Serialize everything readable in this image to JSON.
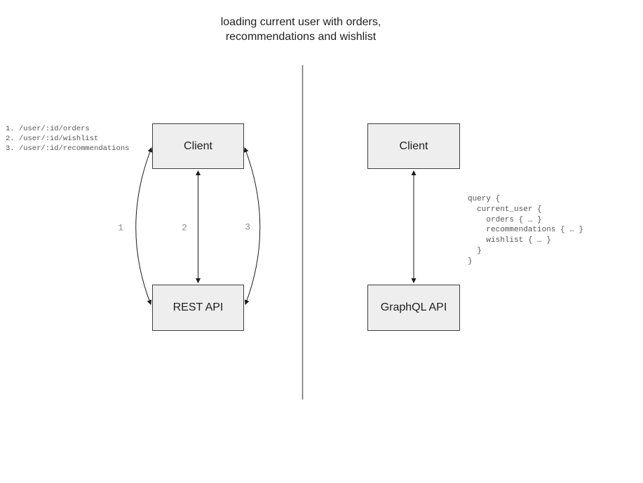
{
  "title": "loading current user with orders,\nrecommendations and wishlist",
  "left": {
    "endpoints": "1. /user/:id/orders\n2. /user/:id/wishlist\n3. /user/:id/recommendations",
    "client_label": "Client",
    "api_label": "REST API",
    "arrow_labels": [
      "1",
      "2",
      "3"
    ]
  },
  "right": {
    "client_label": "Client",
    "api_label": "GraphQL API",
    "query": "query {\n  current_user {\n    orders { … }\n    recommendations { … }\n    wishlist { … }\n  }\n}"
  },
  "colors": {
    "background": "#ffffff",
    "box_fill": "#eeeeee",
    "box_border": "#3d3d3d",
    "title_text": "#1f1f1f",
    "code_text": "#555555",
    "arrow_label_text": "#8c8c8c",
    "divider": "#6e6e6e",
    "arrow": "#1a1a1a"
  }
}
